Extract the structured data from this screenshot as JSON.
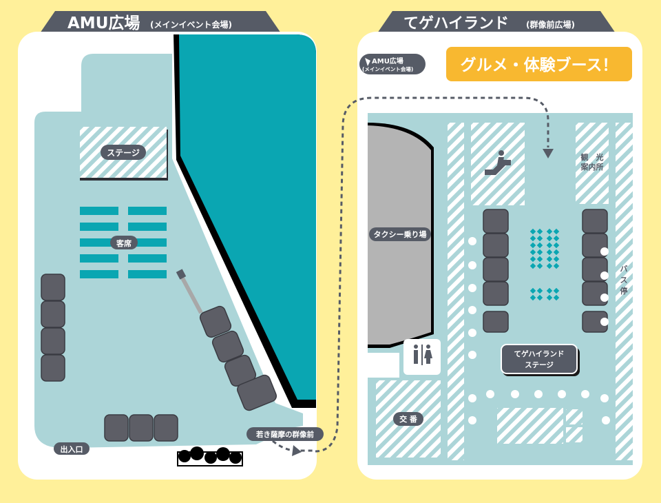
{
  "left_map": {
    "tab_title": "AMU広場",
    "tab_subtitle": "(メインイベント会場)",
    "stage_label": "ステージ",
    "seating_label": "客席",
    "entrance_label": "出入口",
    "statue_label": "若き薩摩の群像前"
  },
  "right_map": {
    "tab_title": "てゲハイランド",
    "tab_subtitle": "(群像前広場)",
    "amu_tag_title": "AMU広場",
    "amu_tag_subtitle": "(メインイベント会場)",
    "banner_text": "グルメ・体験ブース！",
    "taxi_label": "タクシー乗り場",
    "tourist_info_line1": "観　光",
    "tourist_info_line2": "案内所",
    "bus_stop_label": "バス停",
    "stage_line1": "てゲハイランド",
    "stage_line2": "ステージ",
    "police_box_label": "交 番"
  },
  "colors": {
    "background": "#fff09a",
    "plaza": "#acd5d8",
    "teal_building": "#0aa6b2",
    "tent": "#5d5e66",
    "tab": "#565b66",
    "banner": "#f8b830",
    "road": "#b4b4b4"
  },
  "icons": [
    "escalator-icon",
    "restroom-icon",
    "arrow-icon",
    "tree-icon"
  ]
}
